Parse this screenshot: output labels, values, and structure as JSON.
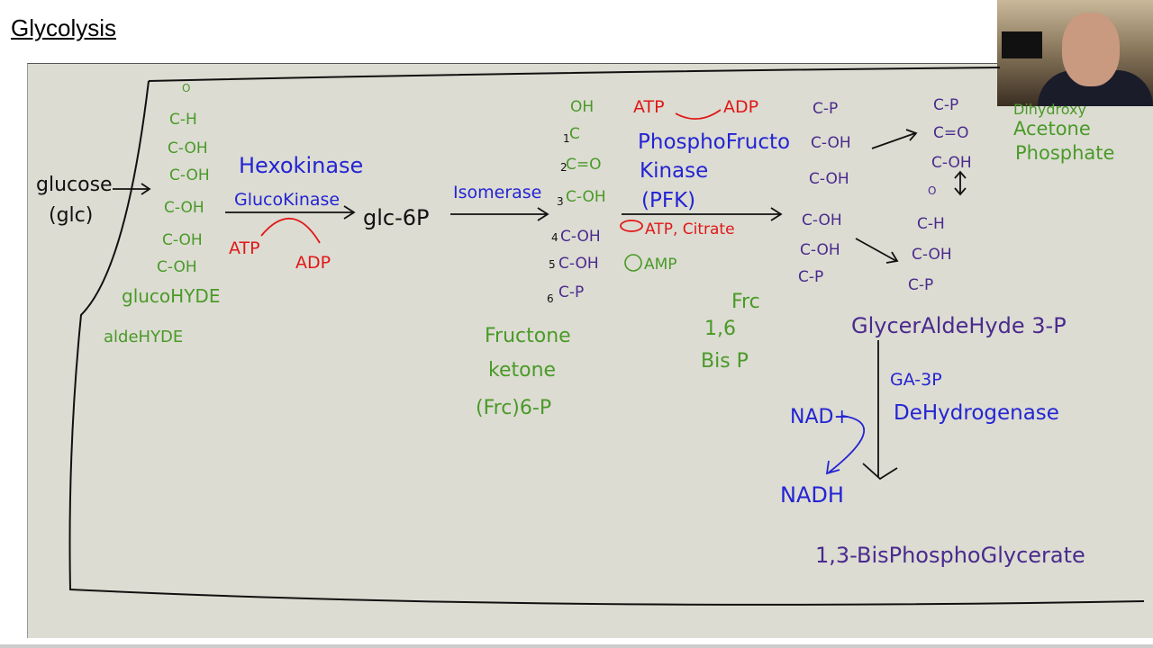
{
  "slide_title": "Glycolysis",
  "colors": {
    "green": "#4a9a28",
    "blue": "#2424d4",
    "red": "#e01818",
    "purple": "#4a2a8e",
    "board": "#dcdcd2"
  },
  "webcam": {
    "description_icon": "presenter-video"
  },
  "glucose": {
    "name": "glucose",
    "abbr": "(glc)",
    "chain": [
      "O",
      "C-H",
      "C-OH",
      "C-OH",
      "C-OH",
      "C-OH",
      "C-OH"
    ],
    "label1": "glucoHYDE",
    "label2": "aldeHYDE"
  },
  "step1": {
    "enzyme1": "Hexokinase",
    "enzyme2": "GlucoKinase",
    "in": "ATP",
    "out": "ADP",
    "product": "glc-6P"
  },
  "step2": {
    "enzyme": "Isomerase"
  },
  "fructose": {
    "chain": [
      "OH",
      "C",
      "C=O",
      "C-OH",
      "C-OH",
      "C-OH",
      "C-P"
    ],
    "numbers": [
      "1",
      "2",
      "3",
      "4",
      "5",
      "6"
    ],
    "label1": "Fructone",
    "label2": "ketone",
    "label3": "(Frc)6-P"
  },
  "step3": {
    "in": "ATP",
    "out": "ADP",
    "enzyme1": "PhosphoFructo",
    "enzyme2": "Kinase",
    "enzyme3": "(PFK)",
    "inhibitors": "ATP, Citrate",
    "activator": "AMP",
    "product1": "Frc",
    "product2": "1,6",
    "product3": "Bis P"
  },
  "f16bp": {
    "chain": [
      "C-P",
      "C-OH",
      "C-OH",
      "C-OH",
      "C-OH",
      "C-P"
    ]
  },
  "dhap": {
    "chain": [
      "C-P",
      "C=O",
      "C-OH"
    ],
    "label1": "Dihydroxy",
    "label2": "Acetone",
    "label3": "Phosphate"
  },
  "gap": {
    "chain": [
      "O",
      "C-H",
      "C-OH",
      "C-P"
    ],
    "label": "GlycerAldeHyde 3-P"
  },
  "step6": {
    "enzyme1": "GA-3P",
    "enzyme2": "DeHydrogenase",
    "in": "NAD+",
    "out": "NADH",
    "product": "1,3-BisPhosphoGlycerate"
  }
}
